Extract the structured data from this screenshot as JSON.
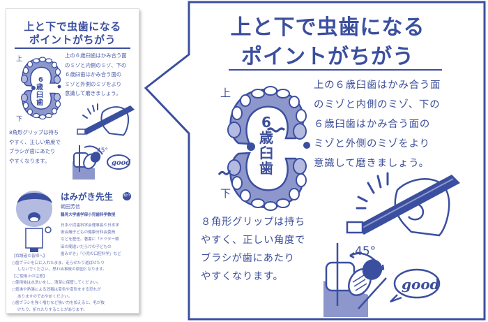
{
  "colors": {
    "accent": "#3b4fa0",
    "accent_light": "#8e97cc",
    "text": "#3d4f9a",
    "muted_text": "#6672b4"
  },
  "package": {
    "title_line1": "上と下で虫歯になる",
    "title_line2": "ポイントがちがう",
    "teeth_labels": {
      "upper": "上",
      "lower": "下",
      "molar": "6歳臼歯",
      "molar_chars": [
        "6",
        "歳",
        "臼",
        "歯"
      ]
    },
    "body_lines": [
      "上の６歳臼歯はかみ合う面",
      "のミゾと内側のミゾ、下の",
      "６歳臼歯はかみ合う面の",
      "ミゾと外側のミゾをより",
      "意識して磨きましょう。"
    ],
    "grip_lines": [
      "8角形グリップは持ち",
      "やすく、正しい角度で",
      "ブラシが歯にあたり",
      "やすくなります。"
    ],
    "angle_label": "45°",
    "speech_bubble": "good",
    "doctor": {
      "heading": "はみがき先生",
      "badge": "紹介",
      "name": "朝田芳信",
      "affiliation": "鶴見大学歯学部小児歯科学教授",
      "bio_lines": [
        "日本小児歯科学会理事長や日本学",
        "術会議子どもの健康分科会委員",
        "などを歴任。著書に「ドクター朝",
        "田の間違いだらけの子どもの",
        "歯みがき」「小児の口腔科学」など"
      ]
    },
    "notes": {
      "guardian_heading": "【保護者の皆様へ】",
      "guardian_items": [
        {
          "first": "○歯ブラシを口に入れたまま、走らせたり遊ばせたり",
          "rest": "しないでください。思わぬ事故の原因となります。"
        }
      ],
      "usage_heading": "【ご使用上の注意】",
      "usage_items": [
        {
          "first": "○使用後は水洗いをし、清潔に保管してください。",
          "rest": ""
        },
        {
          "first": "○煮沸や熱湯による消毒は変色や変形をする恐れが",
          "rest": "ありますのでおやめください。"
        },
        {
          "first": "○歯ブラシを強く噛むなど強い力を加えると、毛が抜",
          "rest": "けたり、折れたりすることがあります。"
        }
      ]
    }
  },
  "callout": {
    "title_line1": "上と下で虫歯になる",
    "title_line2": "ポイントがちがう",
    "teeth_labels": {
      "upper": "上",
      "lower": "下",
      "molar_chars": [
        "6",
        "歳",
        "臼",
        "歯"
      ]
    },
    "body_lines": [
      "上の６歳臼歯はかみ合う面",
      "のミゾと内側のミゾ、下の",
      "６歳臼歯はかみ合う面の",
      "ミゾと外側のミゾをより",
      "意識して磨きましょう。"
    ],
    "grip_lines": [
      "８角形グリップは持ち",
      "やすく、正しい角度で",
      "ブラシが歯にあたり",
      "やすくなります。"
    ],
    "angle_label": "45°",
    "speech_bubble": "good"
  }
}
